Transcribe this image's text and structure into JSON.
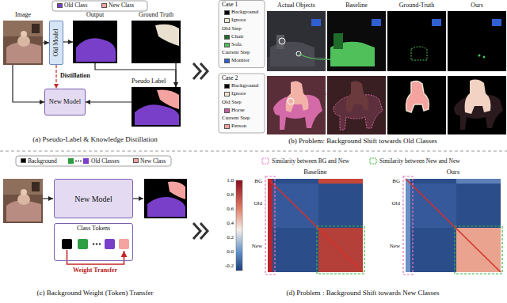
{
  "diagram": {
    "nodes": [
      {
        "text": [
          "Image"
        ]
      },
      {
        "text": [
          "Old Model"
        ]
      },
      {
        "text": [
          "Output"
        ]
      },
      {
        "text": [
          "Ground Truth"
        ]
      },
      {
        "text": [
          "Pseudo Label"
        ]
      },
      {
        "text": [
          "New Model"
        ]
      },
      {
        "text": [
          "New Model"
        ]
      },
      {
        "text": [
          "Class Tokens"
        ]
      }
    ],
    "edges": [
      {
        "from": 0,
        "to": 1,
        "arrow": "to"
      },
      {
        "from": 1,
        "to": 2,
        "arrow": "to"
      },
      {
        "from": 2,
        "to": 4,
        "arrow": "to"
      },
      {
        "from": 3,
        "to": 4,
        "arrow": "to"
      },
      {
        "from": 4,
        "to": 5,
        "arrow": "to"
      },
      {
        "from": 0,
        "to": 5,
        "arrow": "to"
      },
      {
        "from": 1,
        "to": 5,
        "label": "Distillation",
        "arrow": "to"
      }
    ],
    "labels": [
      "(a) Pseudo-Label & Knowledge Distillation",
      "Case 1",
      "Old Step",
      "Current Step",
      "Case 2",
      "Old Step",
      "Current Step",
      "Actual Objects",
      "Baseline",
      "Ground-Truth",
      "Ours",
      "(b) Problem: Background Shift towards Old Classes",
      "Weight Transfer",
      "(c) Background Weight (Token) Transfer",
      "Baseline",
      "Ours",
      "BG",
      "Old",
      "New",
      "BG",
      "Old",
      "New",
      "1.0",
      "0.8",
      "0.6",
      "0.4",
      "0.2",
      "0.0",
      "-0.2",
      "(d) Problem : Background Shift towards New Classes"
    ],
    "legend": [
      {
        "text": "Old Class",
        "color": "#7a3fc9"
      },
      {
        "text": "New Class",
        "color": "#f4a3a0"
      },
      {
        "text": "Background",
        "color": "#000000"
      },
      {
        "text": "Ignore",
        "color": "#efe4cf"
      },
      {
        "text": "Chair",
        "color": "#1f6b2a"
      },
      {
        "text": "Sofa",
        "color": "#4fc05a"
      },
      {
        "text": "Monitor",
        "color": "#2f5fd0"
      },
      {
        "text": "Background",
        "color": "#000000"
      },
      {
        "text": "Ignore",
        "color": "#efe4cf"
      },
      {
        "text": "Horse",
        "color": "#c45a9c"
      },
      {
        "text": "Person",
        "color": "#f4a3a0"
      },
      {
        "text": "Background",
        "color": "#000000"
      },
      {
        "text": "Old Classes"
      },
      {
        "text": "New Class",
        "color": "#f4a3a0"
      },
      {
        "text": "Similarity between BG and New"
      },
      {
        "text": "Similarity between New and New"
      }
    ]
  }
}
